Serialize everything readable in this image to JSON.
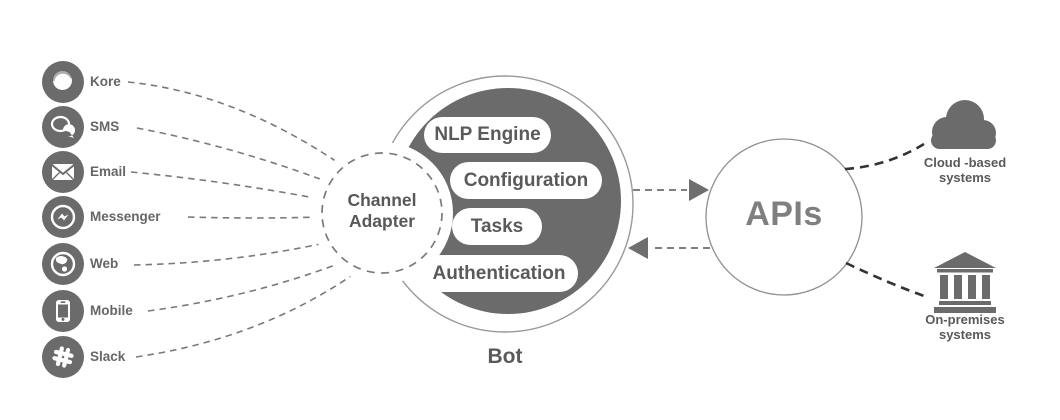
{
  "diagram": {
    "title_hint": "Bot platform channel architecture",
    "channels": [
      {
        "label": "Kore",
        "icon": "kore-icon"
      },
      {
        "label": "SMS",
        "icon": "sms-icon"
      },
      {
        "label": "Email",
        "icon": "email-icon"
      },
      {
        "label": "Messenger",
        "icon": "messenger-icon"
      },
      {
        "label": "Web",
        "icon": "web-icon"
      },
      {
        "label": "Mobile",
        "icon": "mobile-icon"
      },
      {
        "label": "Slack",
        "icon": "slack-icon"
      }
    ],
    "channel_adapter": {
      "line1": "Channel",
      "line2": "Adapter"
    },
    "bot": {
      "label": "Bot",
      "components": [
        "NLP Engine",
        "Configuration",
        "Tasks",
        "Authentication"
      ]
    },
    "apis": {
      "label": "APIs"
    },
    "external_systems": [
      {
        "line1": "Cloud -based",
        "line2": "systems",
        "icon": "cloud-icon"
      },
      {
        "line1": "On-premises",
        "line2": "systems",
        "icon": "bank-icon"
      }
    ],
    "colors": {
      "dark_gray": "#6b6b6b",
      "text_gray": "#595959",
      "connector_gray": "#7a7a7a",
      "dark_dash": "#333333",
      "outline_gray": "#999999"
    }
  }
}
